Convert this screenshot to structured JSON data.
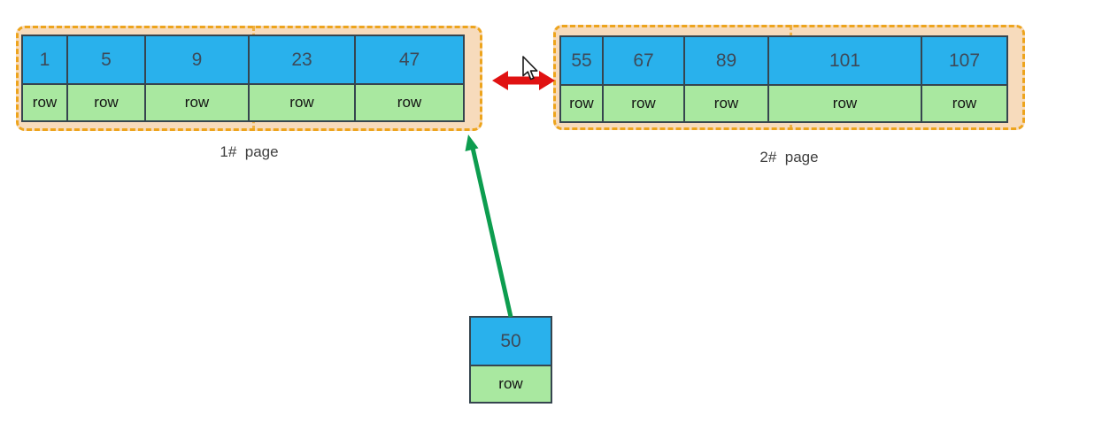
{
  "pages": [
    {
      "label": "1#  page",
      "cells": [
        {
          "key": "1",
          "row": "row"
        },
        {
          "key": "5",
          "row": "row"
        },
        {
          "key": "9",
          "row": "row"
        },
        {
          "key": "23",
          "row": "row"
        },
        {
          "key": "47",
          "row": "row"
        }
      ]
    },
    {
      "label": "2#  page",
      "cells": [
        {
          "key": "55",
          "row": "row"
        },
        {
          "key": "67",
          "row": "row"
        },
        {
          "key": "89",
          "row": "row"
        },
        {
          "key": "101",
          "row": "row"
        },
        {
          "key": "107",
          "row": "row"
        }
      ]
    }
  ],
  "insert_record": {
    "key": "50",
    "row": "row"
  },
  "icons": {
    "page_link": "red-double-headed-arrow",
    "insert_pointer": "green-arrow",
    "cursor": "mouse-pointer-arrow"
  },
  "colors": {
    "key_cell_fill": "#29b1ec",
    "row_cell_fill": "#a9e8a0",
    "page_fill": "#f7dbbc",
    "page_dash": "#eda41d",
    "cell_border": "#36454f",
    "arrow_red": "#e01212",
    "arrow_green": "#0d9d4f",
    "label_text": "#3f3f3f",
    "key_text": "#3d4a59",
    "row_text": "#141414"
  }
}
